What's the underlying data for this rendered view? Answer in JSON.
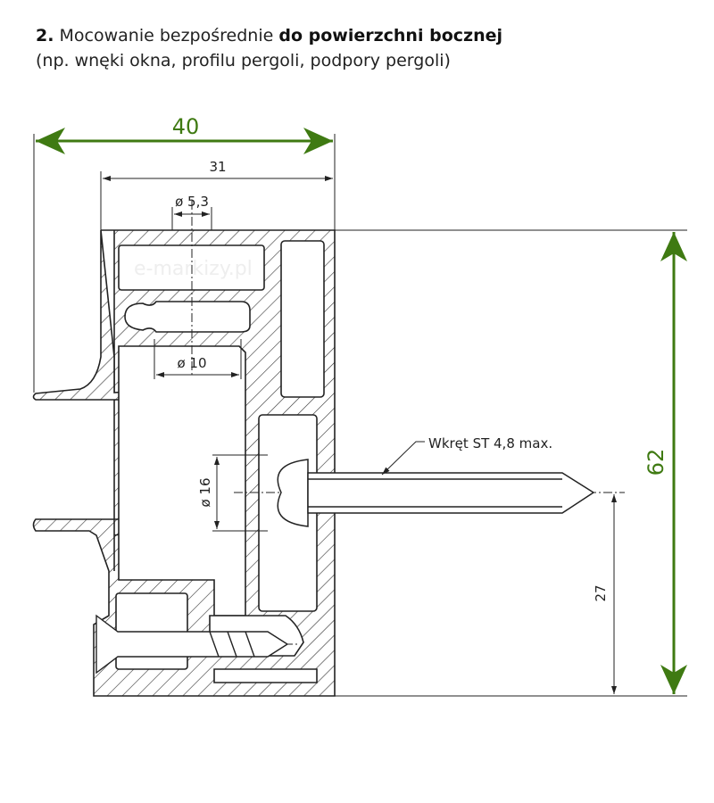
{
  "heading": {
    "number": "2.",
    "text_regular": "Mocowanie bezpośrednie",
    "text_bold": "do powierzchni bocznej",
    "subtitle": "(np. wnęki okna, profilu pergoli, podpory pergoli)"
  },
  "drawing": {
    "watermark": "e-markizy.pl",
    "dim_width_total": "40",
    "dim_width_inner": "31",
    "dim_hole_small": "ø 5,3",
    "dim_hole_large": "ø 10",
    "dim_hole_side": "ø 16",
    "dim_height_total": "62",
    "dim_screw_height": "27",
    "screw_label": "Wkręt ST 4,8 max.",
    "accent_color": "#3f7a12"
  }
}
